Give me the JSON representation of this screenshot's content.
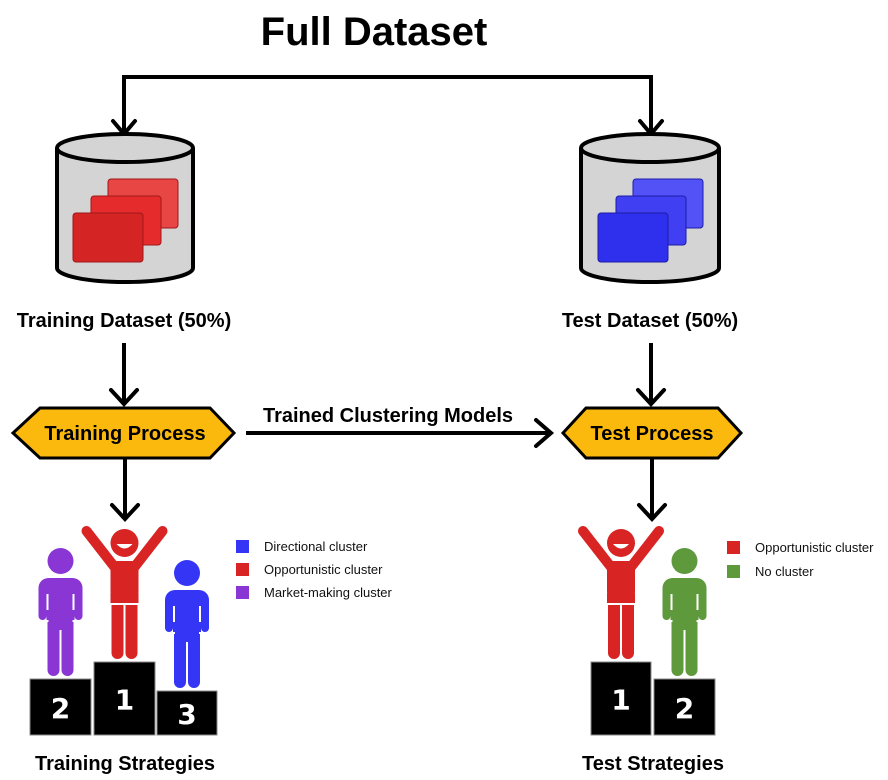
{
  "title": "Full Dataset",
  "datasets": {
    "training": {
      "label": "Training Dataset (50%)",
      "color_back": "#e84545",
      "color_mid": "#e52b2b",
      "color_front": "#d42424"
    },
    "test": {
      "label": "Test Dataset (50%)",
      "color_back": "#5252f7",
      "color_mid": "#4040f2",
      "color_front": "#2f2fee"
    }
  },
  "processes": {
    "training": {
      "label": "Training Process"
    },
    "test": {
      "label": "Test Process"
    },
    "fill_color": "#fbb90d"
  },
  "connector": {
    "label": "Trained Clustering Models"
  },
  "podiums": {
    "training": {
      "caption": "Training Strategies",
      "ranks": [
        {
          "rank": "2",
          "color": "#8a36d4",
          "cluster": "Market-making cluster"
        },
        {
          "rank": "1",
          "color": "#d92424",
          "cluster": "Opportunistic cluster"
        },
        {
          "rank": "3",
          "color": "#3535f5",
          "cluster": "Directional cluster"
        }
      ],
      "legend": [
        {
          "label": "Directional cluster",
          "color": "#3535f5"
        },
        {
          "label": "Opportunistic cluster",
          "color": "#d92424"
        },
        {
          "label": "Market-making cluster",
          "color": "#8a36d4"
        }
      ]
    },
    "test": {
      "caption": "Test Strategies",
      "ranks": [
        {
          "rank": "1",
          "color": "#d92424",
          "cluster": "Opportunistic cluster"
        },
        {
          "rank": "2",
          "color": "#5e993c",
          "cluster": "No cluster"
        }
      ],
      "legend": [
        {
          "label": "Opportunistic cluster",
          "color": "#d92424"
        },
        {
          "label": "No cluster",
          "color": "#5e993c"
        }
      ]
    }
  }
}
